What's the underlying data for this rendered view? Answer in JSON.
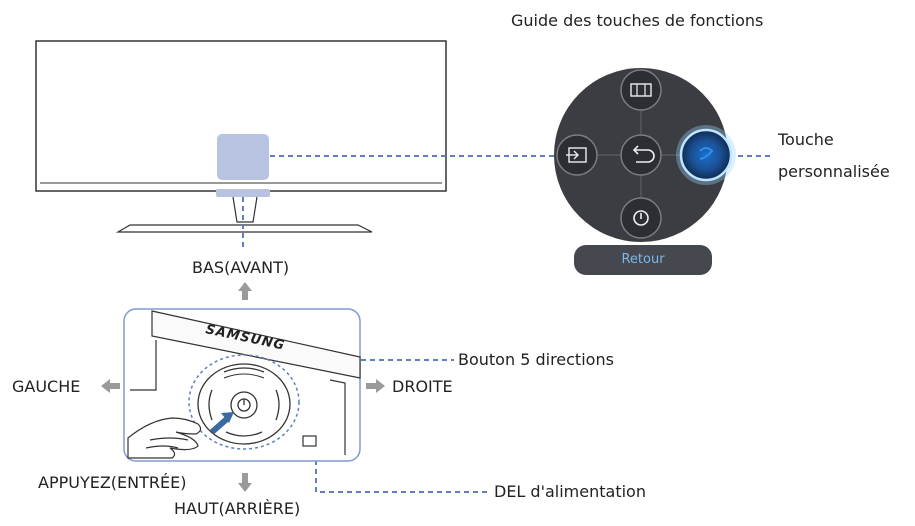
{
  "guide": {
    "title": "Guide des touches de fonctions",
    "retour_label": "Retour",
    "custom_key_label_line1": "Touche",
    "custom_key_label_line2": "personnalisée"
  },
  "directions": {
    "up": "BAS(AVANT)",
    "left": "GAUCHE",
    "right": "DROITE",
    "press": "APPUYEZ(ENTRÉE)",
    "down": "HAUT(ARRIÈRE)"
  },
  "callouts": {
    "five_way": "Bouton 5 directions",
    "power_led": "DEL d'alimentation"
  },
  "brand": "SAMSUNG",
  "colors": {
    "dashed_line": "#5f7fbf",
    "highlight": "#b7c3e0",
    "dial": "#3b3d42",
    "accent": "#2c7fd8",
    "arrow_gray": "#9a9a9a"
  },
  "icons": [
    "input-source-icon",
    "back-arrow-icon",
    "picture-mode-icon",
    "power-icon",
    "custom-key-icon",
    "arrow-up-icon",
    "arrow-left-icon",
    "arrow-right-icon",
    "arrow-down-icon",
    "hand-icon"
  ]
}
